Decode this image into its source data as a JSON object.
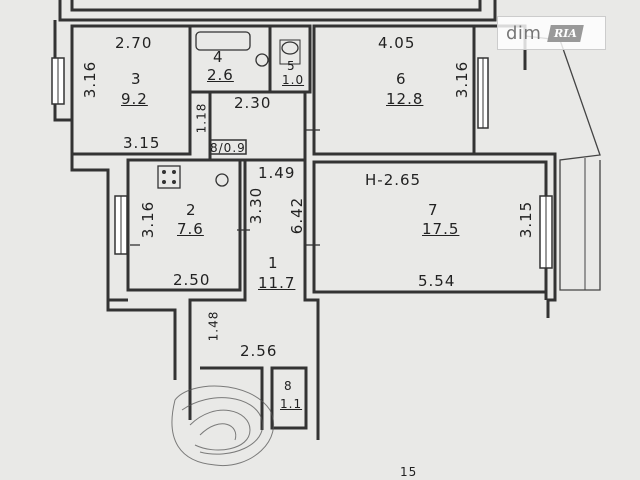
{
  "plan": {
    "rooms": [
      {
        "id": "3",
        "area": "9.2",
        "width": "2.70",
        "length": "3.16",
        "bottom": "3.15"
      },
      {
        "id": "4",
        "area": "2.6"
      },
      {
        "id": "5",
        "area": "1.0"
      },
      {
        "id": "6",
        "area": "12.8",
        "width": "4.05",
        "length": "3.16"
      },
      {
        "id": "2",
        "area": "7.6",
        "length": "3.16",
        "bottom": "2.50"
      },
      {
        "id": "7",
        "area": "17.5",
        "width": "5.54",
        "length": "3.15"
      },
      {
        "id": "1",
        "area": "11.7"
      },
      {
        "id": "8",
        "area": "1.1"
      }
    ],
    "corridor": {
      "w1": "2.30",
      "d1": "1.18",
      "d2": "1.49",
      "d3": "3.30",
      "d4": "6.42",
      "d5": "1.48",
      "d6": "2.56"
    },
    "closet": {
      "text": "8/0.9"
    },
    "height": "H-2.65",
    "bottom_text": "15"
  },
  "watermark": {
    "brand": "dim",
    "badge": "RIA"
  }
}
